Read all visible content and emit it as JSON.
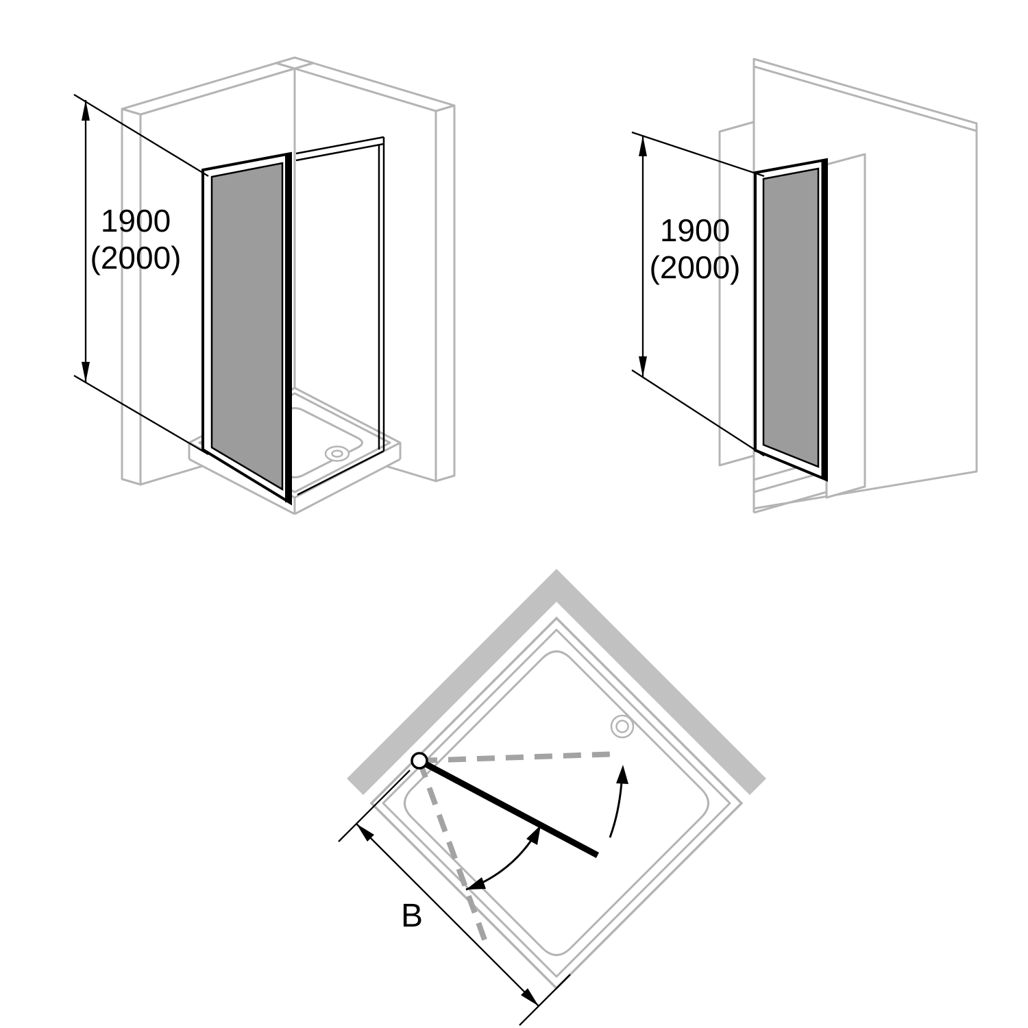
{
  "views": {
    "corner": {
      "height_dimension": {
        "value": "1900",
        "alt": "(2000)"
      }
    },
    "niche": {
      "height_dimension": {
        "value": "1900",
        "alt": "(2000)"
      }
    },
    "plan": {
      "width_dimension": {
        "label": "B"
      }
    }
  },
  "colors": {
    "background": "#ffffff",
    "structure_line": "#b4b4b4",
    "wall_fill": "#c1c1c1",
    "glass_fill": "#9c9c9c",
    "product_line": "#000000",
    "swing_dashed": "#a3a3a3"
  }
}
